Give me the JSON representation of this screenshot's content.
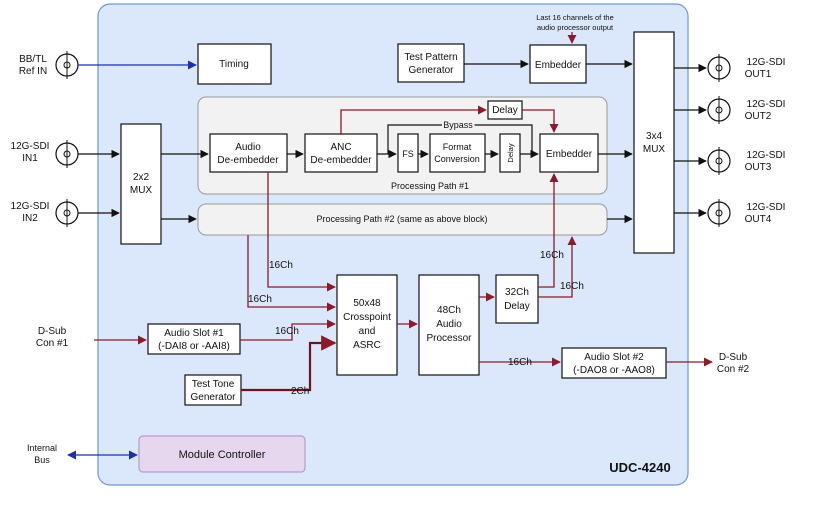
{
  "module": {
    "name": "UDC-4240"
  },
  "colors": {
    "module_fill": "#dbe8fb",
    "module_stroke": "#6f97d8",
    "path_fill": "#f2f2f2",
    "controller_fill": "#e6d6ee",
    "controller_stroke": "#b79ac9",
    "red_line": "#8b1a2b",
    "blue_line": "#1b2fb0"
  },
  "inputs": {
    "ref": {
      "line1": "BB/TL",
      "line2": "Ref IN"
    },
    "in1": {
      "line1": "12G-SDI",
      "line2": "IN1"
    },
    "in2": {
      "line1": "12G-SDI",
      "line2": "IN2"
    },
    "dsub1": {
      "line1": "D-Sub",
      "line2": "Con #1"
    },
    "bus": {
      "line1": "Internal",
      "line2": "Bus"
    }
  },
  "outputs": [
    {
      "line1": "12G-SDI",
      "line2": "OUT1"
    },
    {
      "line1": "12G-SDI",
      "line2": "OUT2"
    },
    {
      "line1": "12G-SDI",
      "line2": "OUT3"
    },
    {
      "line1": "12G-SDI",
      "line2": "OUT4"
    }
  ],
  "dsub2": {
    "line1": "D-Sub",
    "line2": "Con #2"
  },
  "blocks": {
    "timing": "Timing",
    "test_pattern": {
      "line1": "Test Pattern",
      "line2": "Generator"
    },
    "embedder_top": "Embedder",
    "mux2x2": {
      "line1": "2x2",
      "line2": "MUX"
    },
    "mux3x4": {
      "line1": "3x4",
      "line2": "MUX"
    },
    "audio_deembedder": {
      "line1": "Audio",
      "line2": "De-embedder"
    },
    "anc_deembedder": {
      "line1": "ANC",
      "line2": "De-embedder"
    },
    "fs": "FS",
    "format_conversion": {
      "line1": "Format",
      "line2": "Conversion"
    },
    "delay_vertical": "Delay",
    "embedder_path": "Embedder",
    "delay_top": "Delay",
    "crosspoint": {
      "line1": "50x48",
      "line2": "Crosspoint",
      "line3": "and",
      "line4": "ASRC"
    },
    "audio_processor": {
      "line1": "48Ch",
      "line2": "Audio",
      "line3": "Processor"
    },
    "delay32": {
      "line1": "32Ch",
      "line2": "Delay"
    },
    "audio_slot1": {
      "line1": "Audio Slot #1",
      "line2": "(-DAI8 or -AAI8)"
    },
    "audio_slot2": {
      "line1": "Audio Slot #2",
      "line2": "(-DAO8 or -AAO8)"
    },
    "test_tone": {
      "line1": "Test Tone",
      "line2": "Generator"
    },
    "module_controller": "Module Controller"
  },
  "paths": {
    "path1": "Processing Path #1",
    "path2": "Processing Path #2 (same as above block)"
  },
  "labels": {
    "bypass": "Bypass",
    "last16_line1": "Last 16 channels of the",
    "last16_line2": "audio processor output",
    "ch16_a": "16Ch",
    "ch16_b": "16Ch",
    "ch16_slot1": "16Ch",
    "ch2_tone": "2Ch",
    "ch16_slot2": "16Ch",
    "ch16_emb": "16Ch",
    "ch16_delay": "16Ch"
  }
}
